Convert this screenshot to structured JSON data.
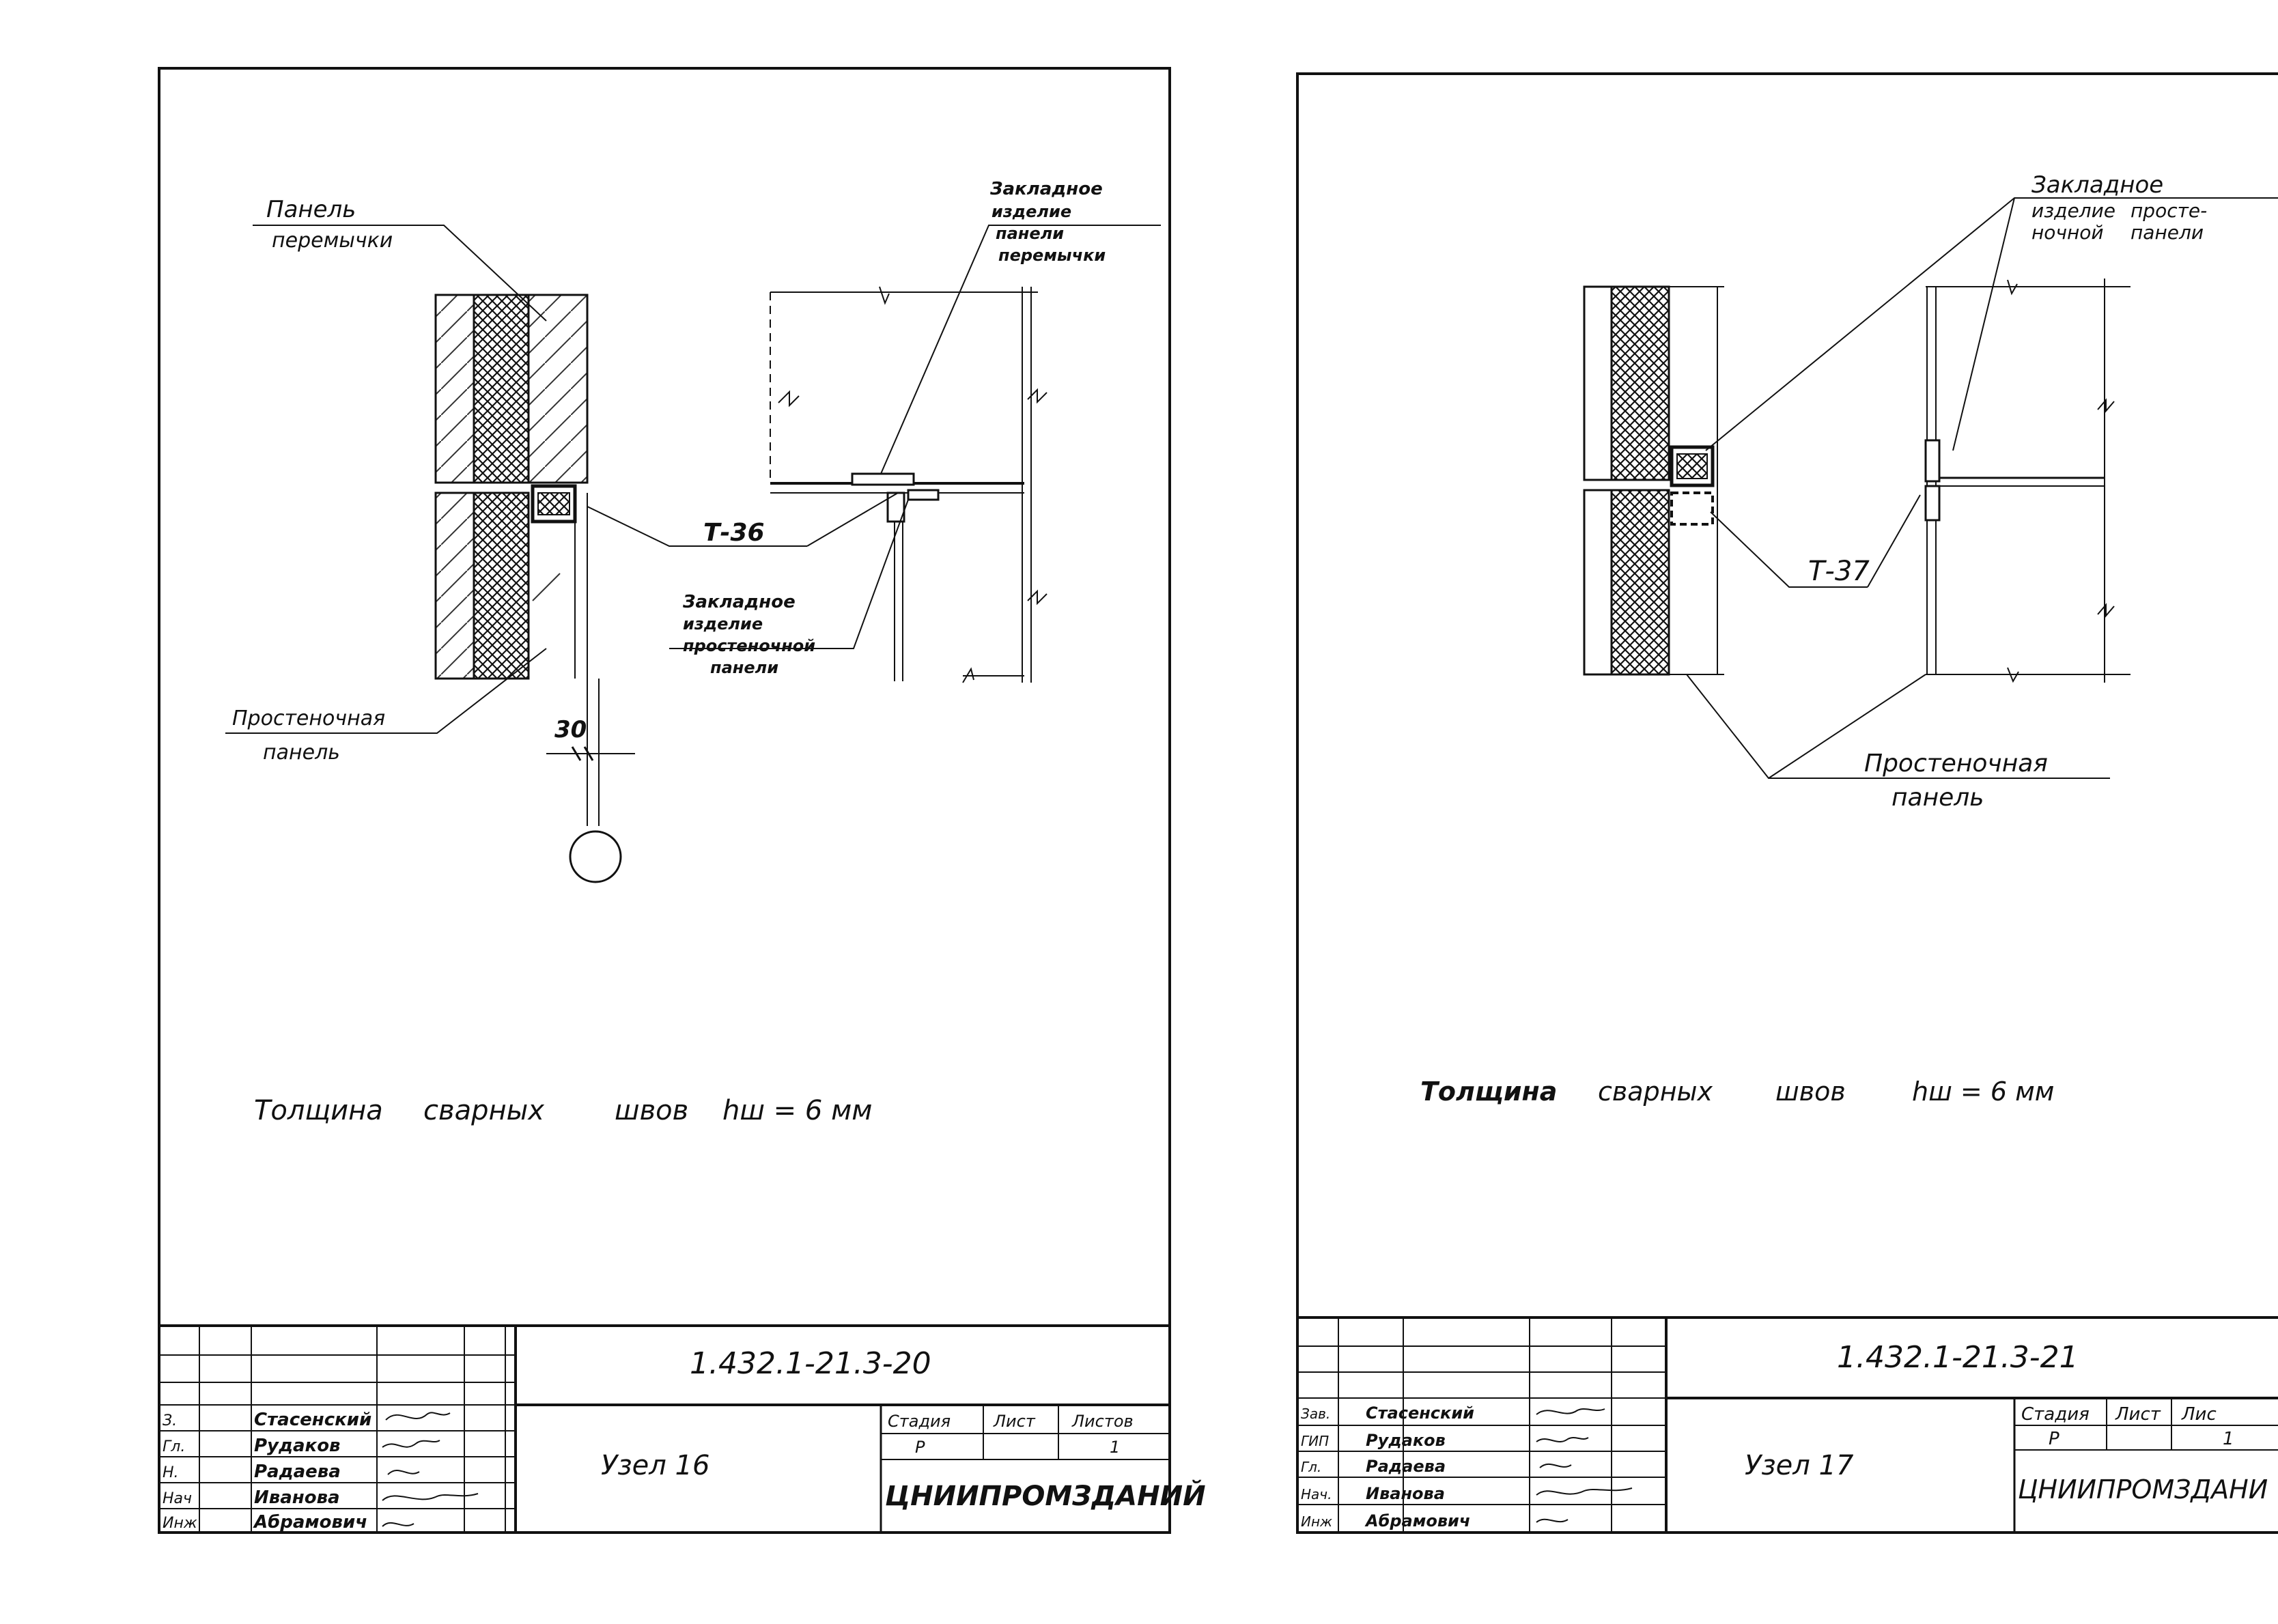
{
  "left_sheet": {
    "label_panel_lintel": {
      "line1": "Панель",
      "line2": "перемычки"
    },
    "label_embedded_top": {
      "line1": "Закладное",
      "line2": "изделие",
      "line3": "панели",
      "line4": "перемычки"
    },
    "label_t": "Т-36",
    "label_embedded_bottom": {
      "line1": "Закладное",
      "line2": "изделие",
      "line3": "простеночной",
      "line4": "панели"
    },
    "label_pier_panel": {
      "line1": "Простеночная",
      "line2": "панель"
    },
    "dimension": "30",
    "weld_note": {
      "w1": "Толщина",
      "w2": "сварных",
      "w3": "швов",
      "w4": "hш = 6 мм"
    },
    "title_block": {
      "doc_number": "1.432.1-21.3-20",
      "drawing_name": "Узел 16",
      "stage_header": "Стадия",
      "sheet_header": "Лист",
      "sheets_header": "Листов",
      "stage": "Р",
      "sheets": "1",
      "org": "ЦНИИПРОМЗДАНИЙ",
      "roles": [
        "З.",
        "Гл.",
        "Н.",
        "Нач",
        "Инж"
      ],
      "names": [
        "Стасенский",
        "Рудаков",
        "Радаева",
        "Иванова",
        "Абрамович"
      ]
    }
  },
  "right_sheet": {
    "label_embedded": {
      "line1": "Закладное",
      "line2": "изделие",
      "line3": "просте-",
      "line4": "ночной",
      "line5": "панели"
    },
    "label_t": "Т-37",
    "label_pier_panel": {
      "line1": "Простеночная",
      "line2": "панель"
    },
    "weld_note": {
      "w1": "Толщина",
      "w2": "сварных",
      "w3": "швов",
      "w4": "hш = 6 мм"
    },
    "title_block": {
      "doc_number": "1.432.1-21.3-21",
      "drawing_name": "Узел 17",
      "stage_header": "Стадия",
      "sheet_header": "Лист",
      "sheets_header": "Лис",
      "stage": "Р",
      "sheet": "1",
      "org": "ЦНИИПРОМЗДАНИ",
      "roles": [
        "Зав.",
        "ГИП",
        "Гл.",
        "Нач.",
        "Инж"
      ],
      "names": [
        "Стасенский",
        "Рудаков",
        "Радаева",
        "Иванова",
        "Абрамович"
      ]
    }
  }
}
